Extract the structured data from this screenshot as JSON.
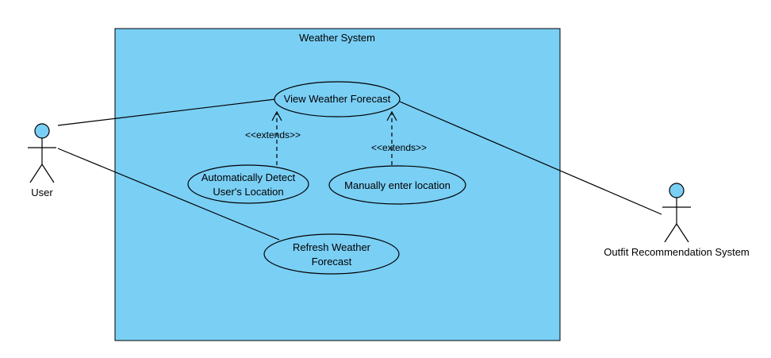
{
  "system": {
    "title": "Weather System"
  },
  "actors": {
    "user": "User",
    "outfit": "Outfit Recommendation System"
  },
  "use_cases": {
    "view_forecast": "View Weather Forecast",
    "auto_detect_line1": "Automatically Detect",
    "auto_detect_line2": "User's Location",
    "manual_location": "Manually enter location",
    "refresh_line1": "Refresh Weather",
    "refresh_line2": "Forecast"
  },
  "relations": {
    "extends_left": "<<extends>>",
    "extends_right": "<<extends>>"
  },
  "colors": {
    "fill": "#7acff5",
    "stroke": "#000000"
  }
}
